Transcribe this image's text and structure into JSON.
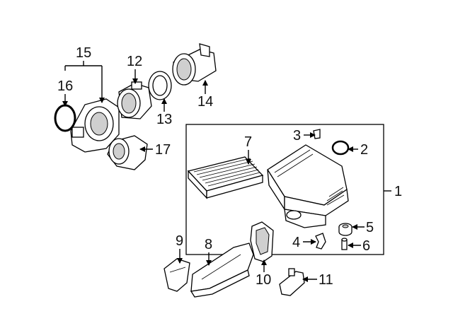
{
  "callouts": [
    {
      "id": "1",
      "text": "1"
    },
    {
      "id": "2",
      "text": "2"
    },
    {
      "id": "3",
      "text": "3"
    },
    {
      "id": "4",
      "text": "4"
    },
    {
      "id": "5",
      "text": "5"
    },
    {
      "id": "6",
      "text": "6"
    },
    {
      "id": "7",
      "text": "7"
    },
    {
      "id": "8",
      "text": "8"
    },
    {
      "id": "9",
      "text": "9"
    },
    {
      "id": "10",
      "text": "10"
    },
    {
      "id": "11",
      "text": "11"
    },
    {
      "id": "12",
      "text": "12"
    },
    {
      "id": "13",
      "text": "13"
    },
    {
      "id": "14",
      "text": "14"
    },
    {
      "id": "15",
      "text": "15"
    },
    {
      "id": "16",
      "text": "16"
    },
    {
      "id": "17",
      "text": "17"
    }
  ],
  "colors": {
    "line": "#000000",
    "shade": "#cfcfcf",
    "background": "#ffffff"
  }
}
